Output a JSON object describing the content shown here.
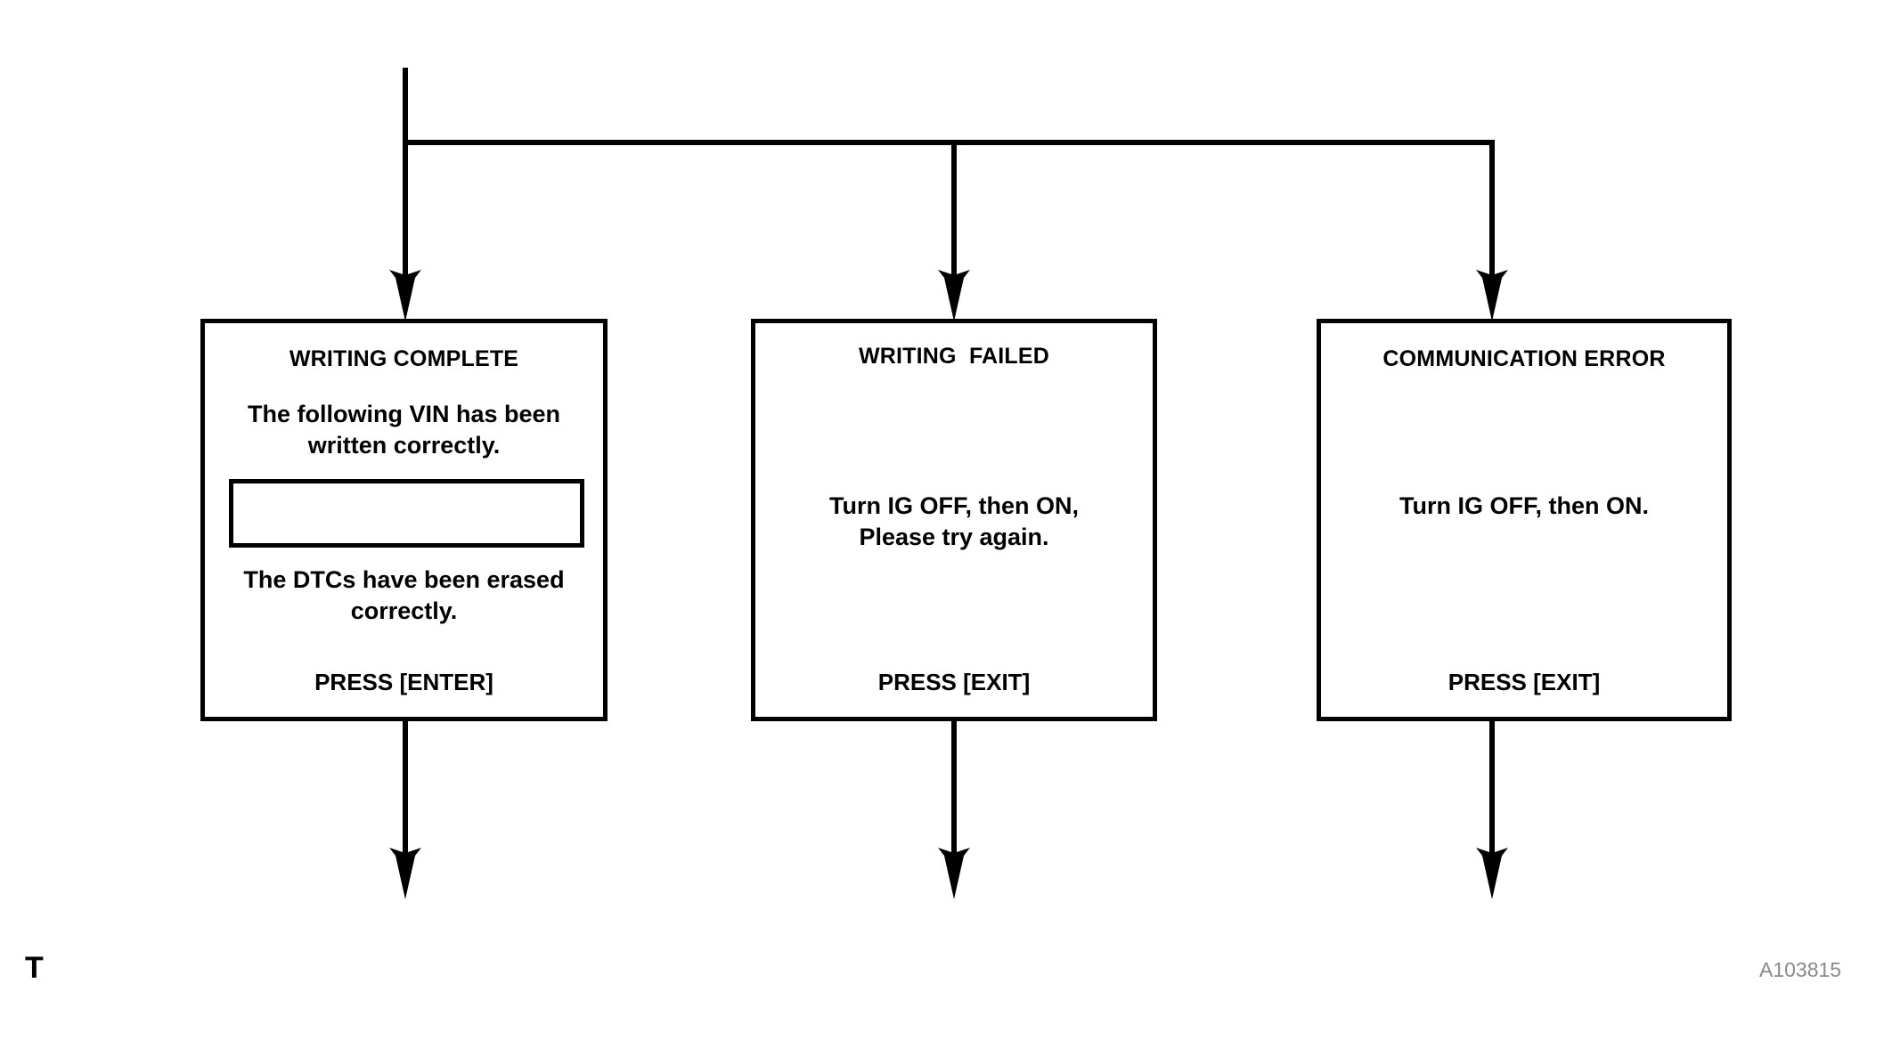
{
  "diagram": {
    "title_marker": "T",
    "reference_code": "A103815",
    "ink_color": "#000000",
    "ref_color": "#8a8a8a",
    "background": "#ffffff"
  },
  "boxes": [
    {
      "id": "writing-complete",
      "title": "WRITING COMPLETE",
      "body_top": "The following VIN has been\nwritten correctly.",
      "field_value": "",
      "body_bottom": "The DTCs have been erased\ncorrectly.",
      "footer": "PRESS [ENTER]",
      "has_field": true
    },
    {
      "id": "writing-failed",
      "title": "WRITING  FAILED",
      "body_top": "",
      "field_value": "",
      "body_bottom": "Turn IG OFF, then ON,\nPlease try again.",
      "footer": "PRESS [EXIT]",
      "has_field": false
    },
    {
      "id": "communication-error",
      "title": "COMMUNICATION ERROR",
      "body_top": "",
      "field_value": "",
      "body_bottom": "Turn IG OFF, then ON.",
      "footer": "PRESS [EXIT]",
      "has_field": false
    }
  ]
}
